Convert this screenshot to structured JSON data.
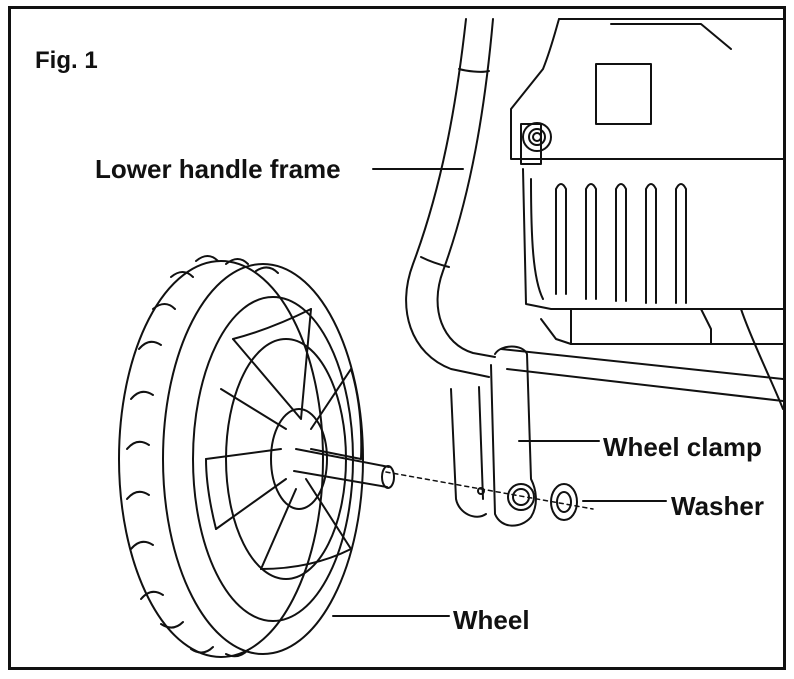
{
  "figure": {
    "title": "Fig. 1",
    "labels": {
      "lower_handle_frame": "Lower handle frame",
      "wheel_clamp": "Wheel clamp",
      "washer": "Washer",
      "wheel": "Wheel"
    }
  },
  "colors": {
    "ink": "#111111",
    "paper": "#ffffff"
  }
}
